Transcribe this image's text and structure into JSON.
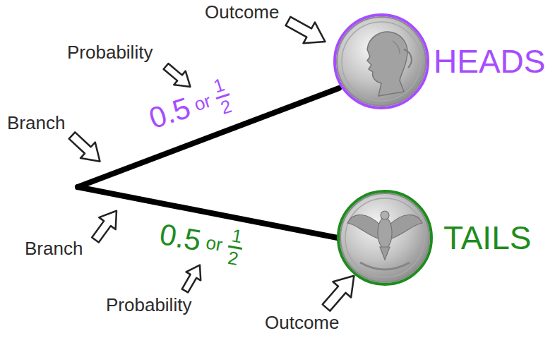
{
  "diagram": {
    "nodes": [
      {
        "text": [
          "HEADS"
        ]
      },
      {
        "text": [
          "TAILS"
        ]
      }
    ],
    "labels": [
      "Outcome",
      "Probability",
      "Branch",
      "0.5",
      "or",
      "1",
      "2",
      "0.5",
      "or",
      "1",
      "2",
      "Branch",
      "Probability",
      "Outcome"
    ]
  }
}
